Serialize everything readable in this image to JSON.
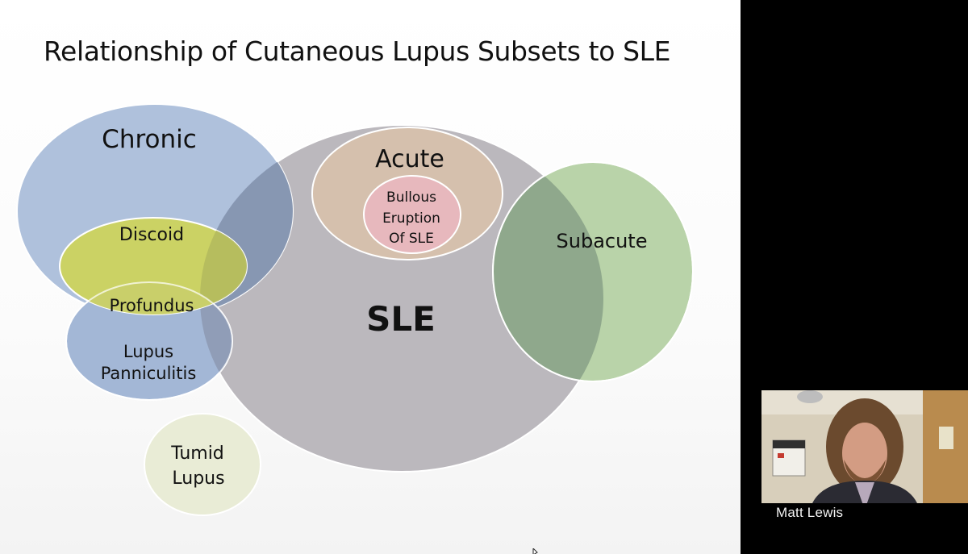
{
  "slide": {
    "title": "Relationship of Cutaneous Lupus Subsets to SLE",
    "sets": {
      "chronic": "Chronic",
      "sle": "SLE",
      "acute": "Acute",
      "subacute": "Subacute",
      "discoid": "Discoid",
      "profundus": "Profundus",
      "lupus_panniculitis": [
        "Lupus",
        "Panniculitis"
      ],
      "bullous": [
        "Bullous",
        "Eruption",
        "Of SLE"
      ],
      "tumid": [
        "Tumid",
        "Lupus"
      ]
    },
    "colors": {
      "chronic": "#a7bcd9",
      "sle": "#b9b6bc",
      "acute": "#d6c1ae",
      "subacute": "#b9d3a9",
      "discoid": "#cbd25b",
      "bullous": "#e6b7bc",
      "tumid": "#eaedd7"
    }
  },
  "video": {
    "participant_name": "Matt Lewis"
  }
}
